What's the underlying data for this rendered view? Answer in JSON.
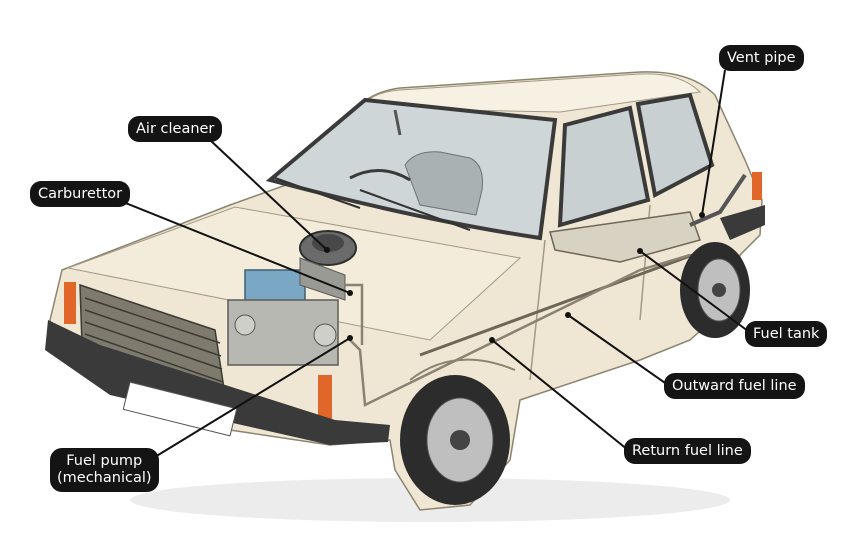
{
  "diagram": {
    "labels": {
      "air_cleaner": "Air cleaner",
      "carburettor": "Carburettor",
      "fuel_pump": "Fuel pump\n(mechanical)",
      "vent_pipe": "Vent pipe",
      "fuel_tank": "Fuel tank",
      "outward_fuel_line": "Outward fuel line",
      "return_fuel_line": "Return fuel line"
    }
  },
  "colors": {
    "label_background": "#141414",
    "label_text": "#ffffff",
    "car_body": "#efe7d3",
    "fuel_line": "#8a8272"
  }
}
